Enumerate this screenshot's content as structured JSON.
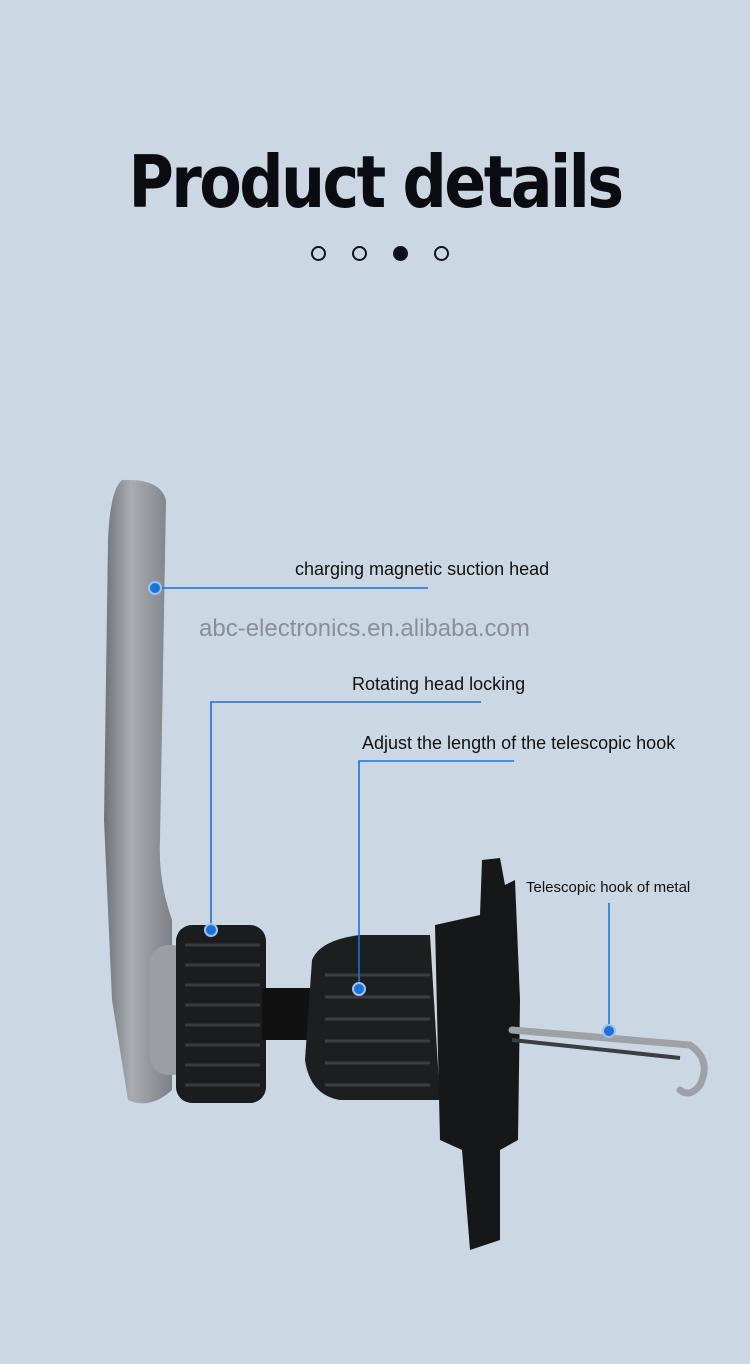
{
  "header": {
    "title": "Product details"
  },
  "pagination": {
    "count": 4,
    "active_index": 2
  },
  "watermark": "abc-electronics.en.alibaba.com",
  "callouts": [
    {
      "label": "charging magnetic suction head"
    },
    {
      "label": "Rotating head locking"
    },
    {
      "label": "Adjust the length of the telescopic hook"
    },
    {
      "label": "Telescopic hook of metal"
    }
  ],
  "colors": {
    "background": "#cbd8e3",
    "callout": "#1a73d9",
    "title": "#0b0b12"
  }
}
